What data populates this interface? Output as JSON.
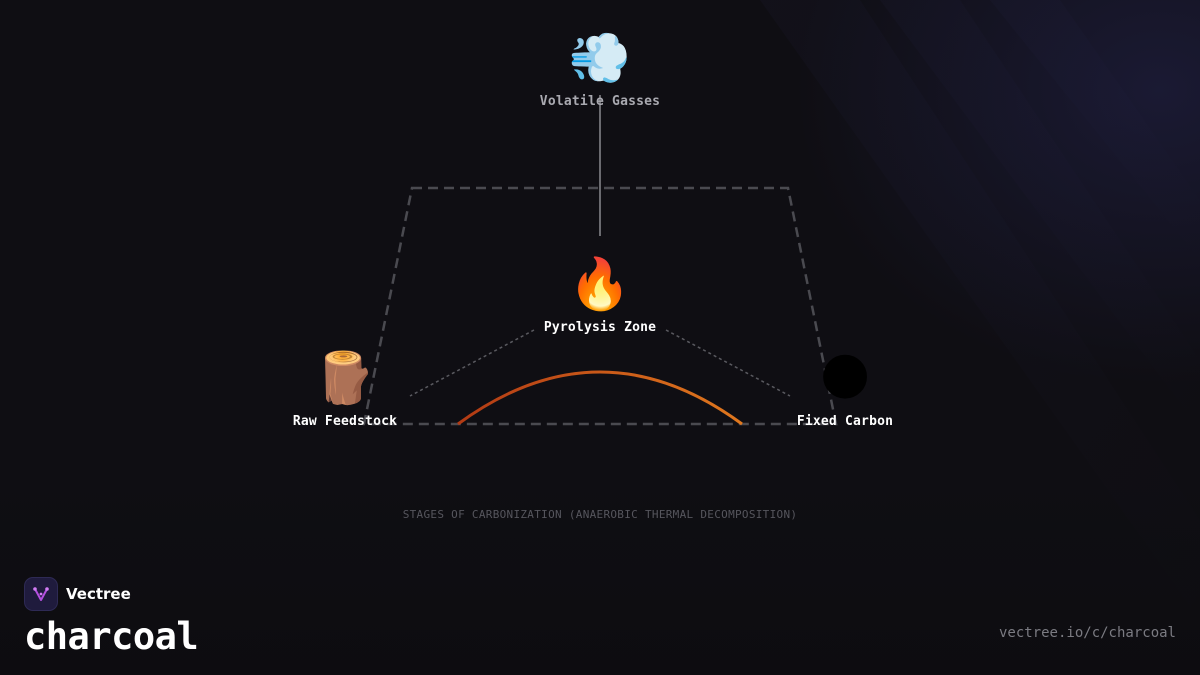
{
  "diagram": {
    "nodes": {
      "volatile": {
        "label": "Volatile Gasses",
        "icon": "💨",
        "icon_name": "dash-wind-icon"
      },
      "pyrolysis": {
        "label": "Pyrolysis Zone",
        "icon": "🔥",
        "icon_name": "fire-icon"
      },
      "feedstock": {
        "label": "Raw Feedstock",
        "icon": "🪵",
        "icon_name": "wood-log-icon"
      },
      "carbon": {
        "label": "Fixed Carbon",
        "icon": "🌑",
        "icon_name": "dark-sphere-icon"
      }
    },
    "caption": "STAGES OF CARBONIZATION (ANAEROBIC THERMAL DECOMPOSITION)",
    "colors": {
      "arc_start": "#b23a14",
      "arc_end": "#e0781e",
      "dashed_frame": "#4a4a50",
      "connector": "#8a8a90"
    }
  },
  "brand": {
    "name": "Vectree",
    "product": "charcoal",
    "url": "vectree.io/c/charcoal",
    "accent": "#b44fe0"
  }
}
